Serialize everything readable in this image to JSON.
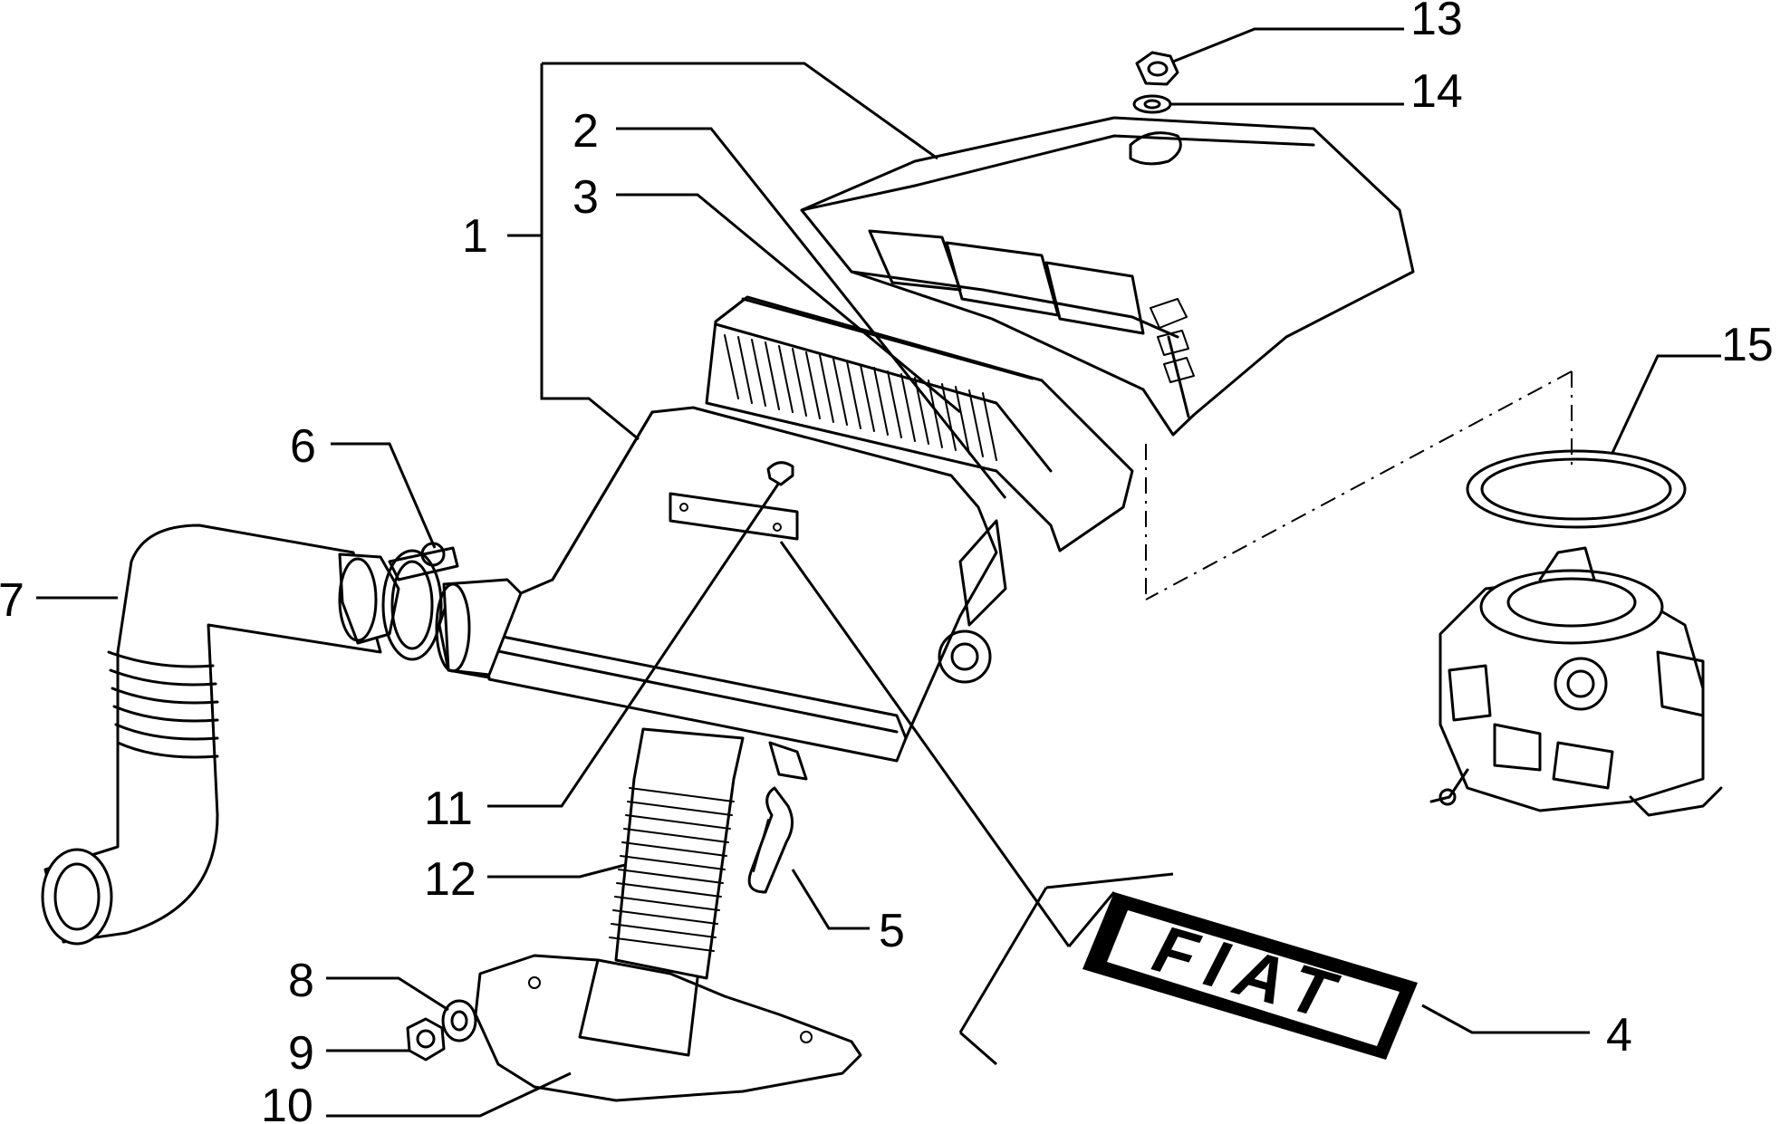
{
  "diagram": {
    "callouts": [
      {
        "id": "1",
        "label": "1"
      },
      {
        "id": "2",
        "label": "2"
      },
      {
        "id": "3",
        "label": "3"
      },
      {
        "id": "4",
        "label": "4"
      },
      {
        "id": "5",
        "label": "5"
      },
      {
        "id": "6",
        "label": "6"
      },
      {
        "id": "7",
        "label": "7"
      },
      {
        "id": "8",
        "label": "8"
      },
      {
        "id": "9",
        "label": "9"
      },
      {
        "id": "10",
        "label": "10"
      },
      {
        "id": "11",
        "label": "11"
      },
      {
        "id": "12",
        "label": "12"
      },
      {
        "id": "13",
        "label": "13"
      },
      {
        "id": "14",
        "label": "14"
      },
      {
        "id": "15",
        "label": "15"
      }
    ],
    "badge": {
      "text": "FIAT"
    },
    "colors": {
      "ink": "#000000",
      "paper": "#ffffff"
    }
  }
}
